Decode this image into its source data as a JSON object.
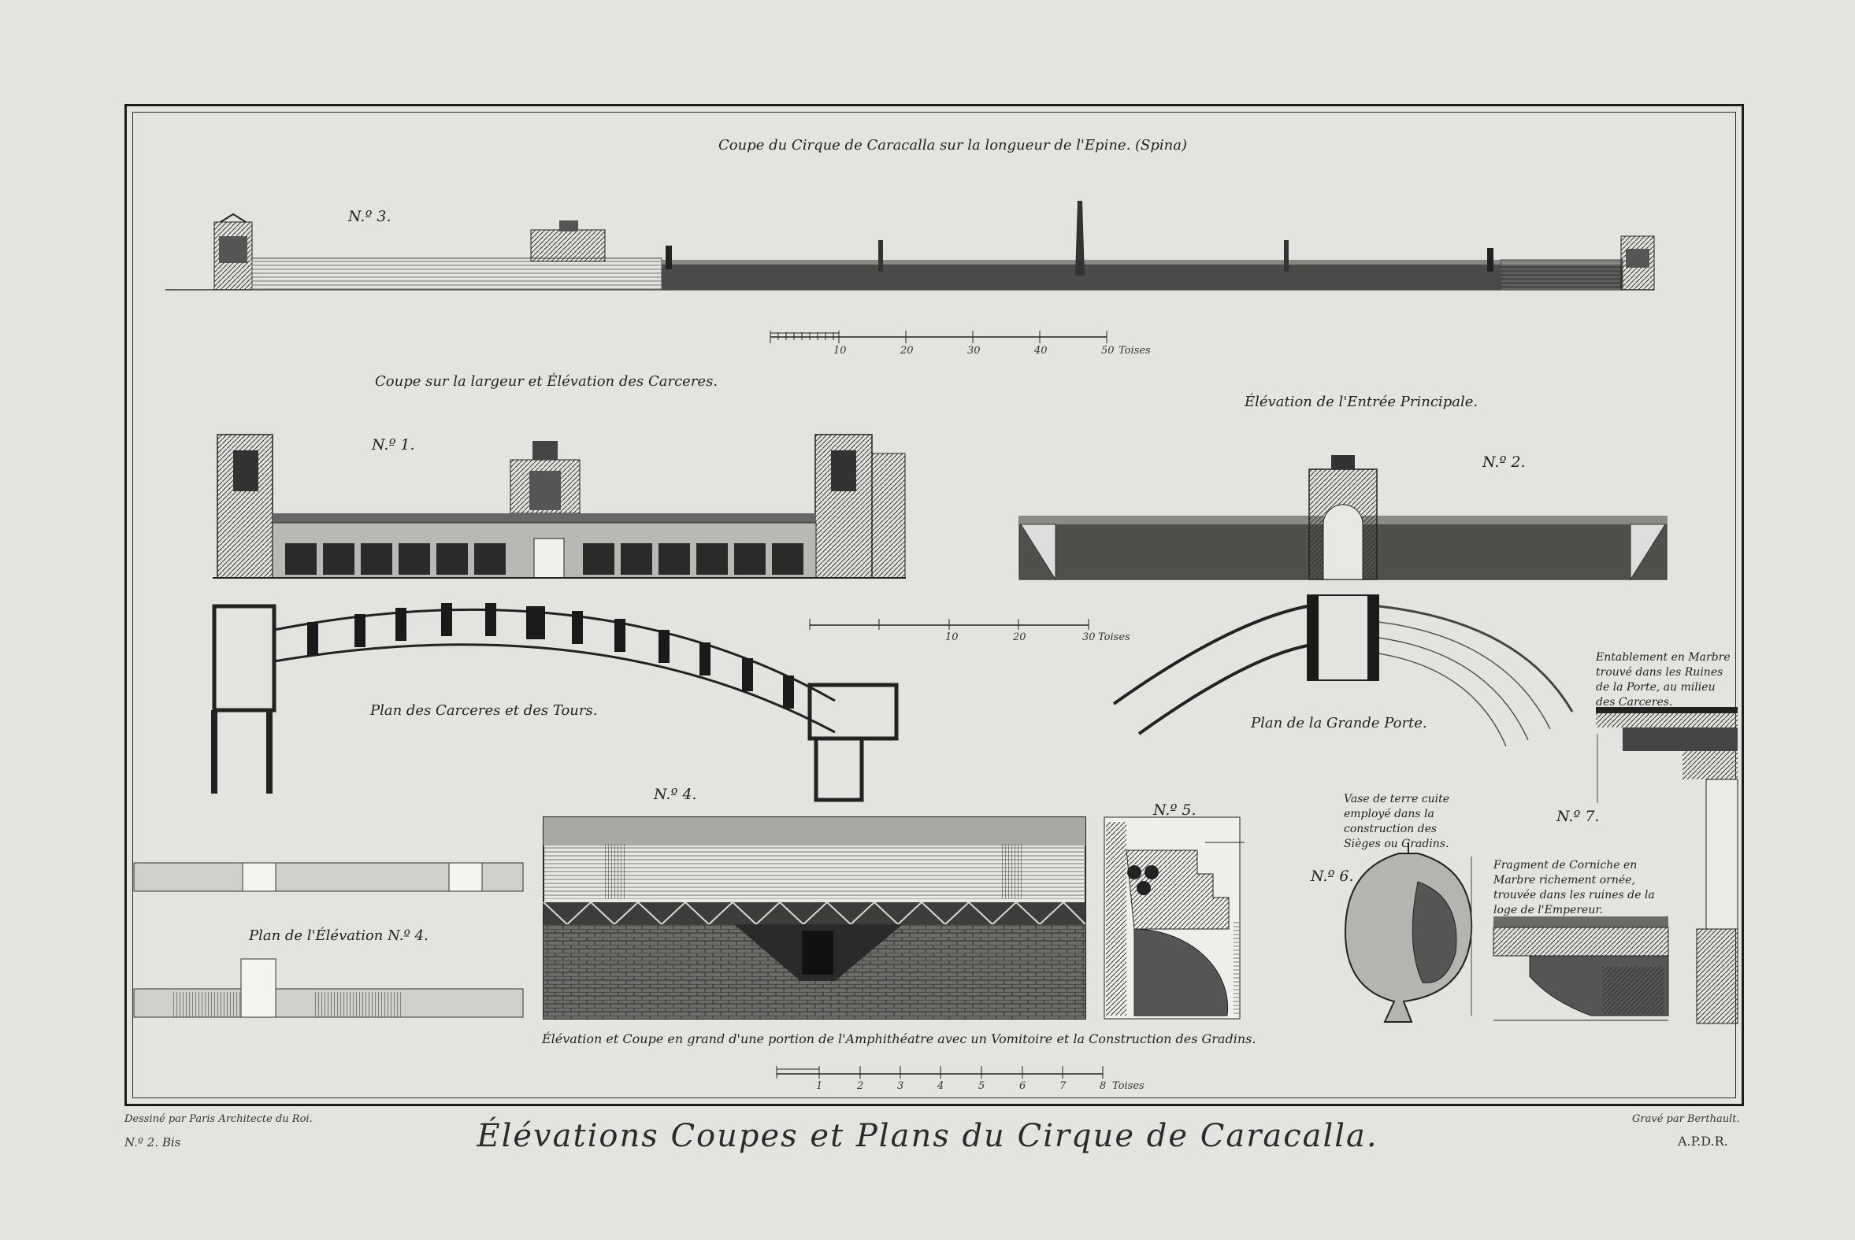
{
  "plate": {
    "title": "Élévations Coupes et Plans du Cirque de Caracalla.",
    "credit_left": "Dessiné par Paris Architecte du Roi.",
    "plate_no": "N.º 2. Bis",
    "credit_right": "Gravé par Berthault.",
    "privilege": "A.P.D.R."
  },
  "captions": {
    "spina_section": "Coupe du Cirque de Caracalla sur la longueur de l'Epine. (Spina)",
    "carceres_section": "Coupe sur la largeur et Élévation des Carceres.",
    "main_entry": "Élévation de l'Entrée Principale.",
    "carceres_plan": "Plan des Carceres et des Tours.",
    "great_door_plan": "Plan de la Grande Porte.",
    "elevation4_plan": "Plan de l'Élévation N.º 4.",
    "amphitheatre": "Élévation et Coupe en grand d'une portion de l'Amphithéatre avec un Vomitoire et la Construction des Gradins.",
    "vase": "Vase de terre cuite employé dans la construction des Sièges ou Gradins.",
    "entablature": "Entablement en Marbre trouvé dans les Ruines de la Porte, au milieu des Carceres.",
    "cornice": "Fragment de Corniche en Marbre richement ornée, trouvée dans les ruines de la loge de l'Empereur."
  },
  "figure_numbers": {
    "n1": "N.º 1.",
    "n2": "N.º 2.",
    "n3": "N.º 3.",
    "n4": "N.º 4.",
    "n5": "N.º 5.",
    "n6": "N.º 6.",
    "n7": "N.º 7."
  },
  "scales": {
    "top": {
      "ticks": [
        "10",
        "20",
        "30",
        "40",
        "50"
      ],
      "unit": "Toises"
    },
    "middle": {
      "ticks": [
        "10",
        "20",
        "30"
      ],
      "unit": "Toises"
    },
    "bottom": {
      "ticks": [
        "1",
        "2",
        "3",
        "4",
        "5",
        "6",
        "7",
        "8"
      ],
      "unit": "Toises"
    }
  },
  "colors": {
    "paper": "#e3e3df",
    "ink": "#1e1e1e"
  }
}
